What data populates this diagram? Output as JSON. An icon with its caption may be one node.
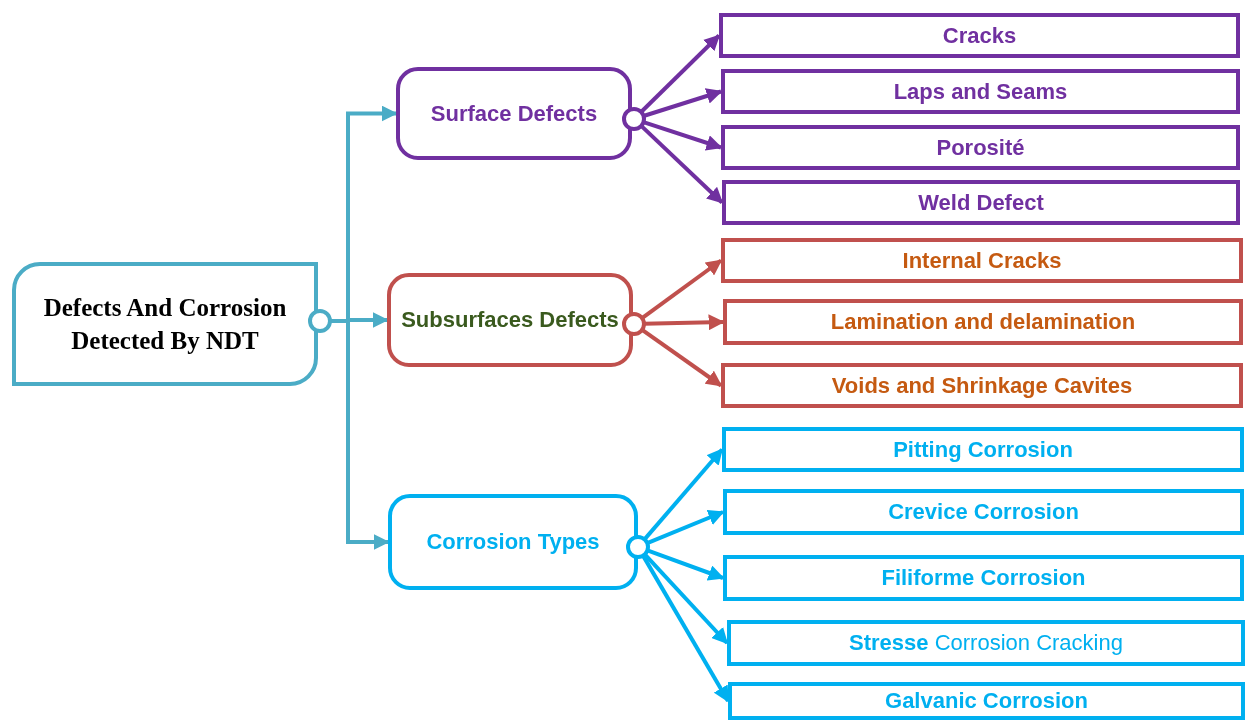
{
  "diagram": {
    "nodes": [
      {
        "text": [
          "Defects And Corrosion Detected By NDT"
        ]
      },
      {
        "text": [
          "Surface Defects"
        ]
      },
      {
        "text": [
          "Subsurfaces Defects"
        ]
      },
      {
        "text": [
          "Corrosion Types"
        ]
      },
      {
        "text": [
          "Cracks"
        ]
      },
      {
        "text": [
          "Laps and Seams"
        ]
      },
      {
        "text": [
          "Porosité"
        ]
      },
      {
        "text": [
          "Weld Defect"
        ]
      },
      {
        "text": [
          "Internal Cracks"
        ]
      },
      {
        "text": [
          "Lamination and delamination"
        ]
      },
      {
        "text": [
          "Voids and Shrinkage Cavites"
        ]
      },
      {
        "text": [
          "Pitting Corrosion"
        ]
      },
      {
        "text": [
          "Crevice Corrosion"
        ]
      },
      {
        "text": [
          "Filiforme Corrosion"
        ]
      },
      {
        "text": [
          "**Stresse** Corrosion Cracking"
        ]
      },
      {
        "text": [
          "Galvanic Corrosion"
        ]
      }
    ],
    "edges": [
      {
        "from": 0,
        "to": 1,
        "arrow": "to",
        "color": "#4bacc6"
      },
      {
        "from": 0,
        "to": 2,
        "arrow": "to",
        "color": "#4bacc6"
      },
      {
        "from": 0,
        "to": 3,
        "arrow": "to",
        "color": "#4bacc6"
      },
      {
        "from": 1,
        "to": 4,
        "arrow": "to",
        "color": "#7030a0"
      },
      {
        "from": 1,
        "to": 5,
        "arrow": "to",
        "color": "#7030a0"
      },
      {
        "from": 1,
        "to": 6,
        "arrow": "to",
        "color": "#7030a0"
      },
      {
        "from": 1,
        "to": 7,
        "arrow": "to",
        "color": "#7030a0"
      },
      {
        "from": 2,
        "to": 8,
        "arrow": "to",
        "color": "#c0504d"
      },
      {
        "from": 2,
        "to": 9,
        "arrow": "to",
        "color": "#c0504d"
      },
      {
        "from": 2,
        "to": 10,
        "arrow": "to",
        "color": "#c0504d"
      },
      {
        "from": 3,
        "to": 11,
        "arrow": "to"
      },
      {
        "from": 3,
        "to": 12,
        "arrow": "to"
      },
      {
        "from": 3,
        "to": 13,
        "arrow": "to"
      },
      {
        "from": 3,
        "to": 14,
        "arrow": "to"
      },
      {
        "from": 3,
        "to": 15,
        "arrow": "to"
      }
    ]
  }
}
